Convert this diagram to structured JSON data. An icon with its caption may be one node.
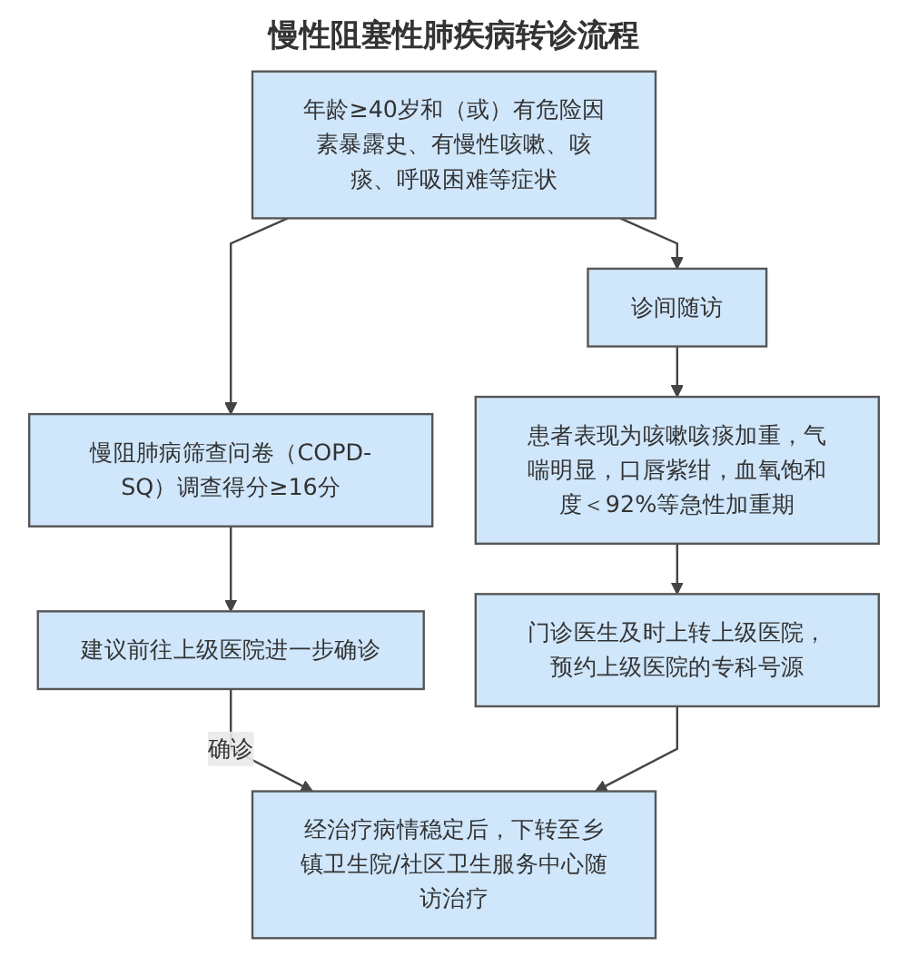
{
  "diagram": {
    "title": "慢性阻塞性肺疾病转诊流程",
    "nodes": [
      {
        "text": [
          "年龄≥40岁和（或）有危险因素暴露史、有慢性咳嗽、咳痰、呼吸困难等症状"
        ]
      },
      {
        "text": [
          "慢阻肺病筛查问卷（COPD-SQ）调查得分≥16分"
        ]
      },
      {
        "text": [
          "诊间随访"
        ]
      },
      {
        "text": [
          "建议前往上级医院进一步确诊"
        ]
      },
      {
        "text": [
          "患者表现为咳嗽咳痰加重，气喘明显，口唇紫绀，血氧饱和度＜92%等急性加重期"
        ]
      },
      {
        "text": [
          "门诊医生及时上转上级医院，预约上级医院的专科号源"
        ]
      },
      {
        "text": [
          "经治疗病情稳定后，下转至乡镇卫生院/社区卫生服务中心随访治疗"
        ]
      }
    ],
    "edges": [
      {
        "from": 0,
        "to": 1,
        "arrow": "to"
      },
      {
        "from": 0,
        "to": 2,
        "arrow": "to"
      },
      {
        "from": 1,
        "to": 3,
        "arrow": "to"
      },
      {
        "from": 2,
        "to": 4,
        "arrow": "to"
      },
      {
        "from": 4,
        "to": 5,
        "arrow": "to"
      },
      {
        "from": 3,
        "to": 6,
        "arrow": "to",
        "label": "确诊"
      },
      {
        "from": 5,
        "to": 6,
        "arrow": "to"
      }
    ]
  }
}
